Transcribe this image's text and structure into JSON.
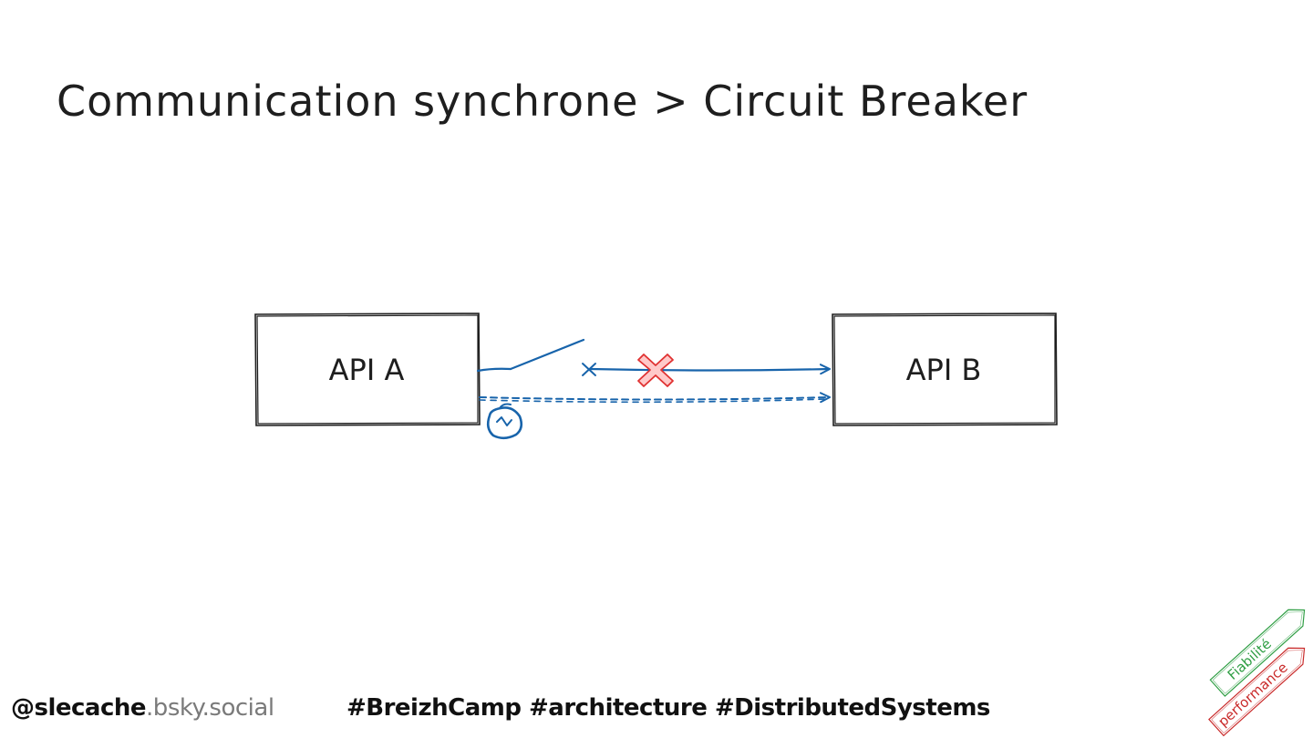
{
  "title": "Communication synchrone > Circuit Breaker",
  "diagram": {
    "box_a": "API A",
    "box_b": "API B"
  },
  "footer": {
    "handle": "@slecache",
    "handle_domain": ".bsky.social",
    "hashtags": "#BreizhCamp #architecture #DistributedSystems"
  },
  "tags": {
    "green": "Fiabilité",
    "red": "performance"
  },
  "colors": {
    "ink": "#1e1e1e",
    "arrow_blue": "#1864ab",
    "cross_fill": "#ffc9c9",
    "cross_stroke": "#e03131",
    "tag_green": "#2f9e44",
    "tag_red": "#c92a2a"
  },
  "icons": [
    "broken-circuit-cross",
    "retry-fallback-icon",
    "open-switch-icon"
  ]
}
